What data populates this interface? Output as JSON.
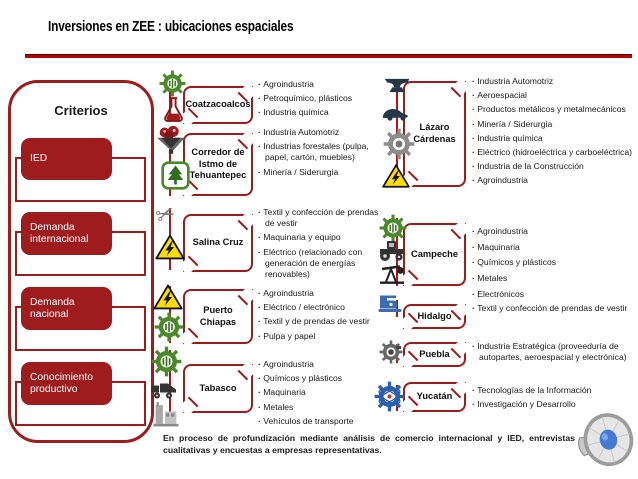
{
  "title": "Inversiones en ZEE : ubicaciones espaciales",
  "criteria": {
    "heading": "Criterios",
    "items": [
      {
        "label": "IED"
      },
      {
        "label": "Demanda internacional"
      },
      {
        "label": "Demanda nacional"
      },
      {
        "label": "Conocimiento productivo"
      }
    ]
  },
  "locations_left": [
    {
      "name": "Coatzacoalcos",
      "icons": [
        "agroindustry-gear-icon",
        "chemistry-flask-icon"
      ],
      "industries": [
        "Agroindustria",
        "Petroquímico, plásticos",
        "Industria química"
      ]
    },
    {
      "name": "Corredor de Istmo de Tehuantepec",
      "icons": [
        "mining-icon",
        "forestry-tree-icon"
      ],
      "industries": [
        "Industria Automotriz",
        "Industrias forestales (pulpa, papel, cartón, muebles)",
        "Minería / Siderurgia"
      ]
    },
    {
      "name": "Salina Cruz",
      "icons": [
        "textile-scissors-icon",
        "electricity-warning-icon"
      ],
      "industries": [
        "Textil y confección de prendas de vestir",
        "Maquinaria y equipo",
        "Eléctrico (relacionado con generación de energías renovables)"
      ]
    },
    {
      "name": "Puerto Chiapas",
      "icons": [
        "electricity-warning-icon",
        "agroindustry-gear-icon"
      ],
      "industries": [
        "Agroindustria",
        "Eléctrico / electrónico",
        "Textil y de prendas de vestir",
        "Pulpa y papel"
      ]
    },
    {
      "name": "Tabasco",
      "icons": [
        "agroindustry-gear-icon",
        "truck-icon",
        "factory-icon"
      ],
      "industries": [
        "Agroindustria",
        "Químicos y plásticos",
        "Maquinaria",
        "Metales",
        "Vehículos de transporte"
      ]
    }
  ],
  "locations_right": [
    {
      "name": "Lázaro Cárdenas",
      "icons": [
        "anvil-icon",
        "car-icon",
        "engine-gear-icon",
        "electricity-warning-icon"
      ],
      "industries": [
        "Industria Automotriz",
        "Aeroespacial",
        "Productos metálicos y metalmecánicos",
        "Minería / Siderurgia",
        "Industria química",
        "Eléctrico (hidroeléctrica y carboeléctrica)",
        "Industria de la Construcción",
        "Agroindustria"
      ]
    },
    {
      "name": "Campeche",
      "icons": [
        "agroindustry-gear-icon",
        "tractor-icon",
        "oil-pump-icon"
      ],
      "industries": [
        "Agroindustria",
        "Maquinaria",
        "Químicos y plásticos",
        "Metales",
        "Electrónicos"
      ]
    },
    {
      "name": "Hidalgo",
      "icons": [
        "sewing-machine-icon"
      ],
      "industries": [
        "Textil y confección de prendas de vestir"
      ]
    },
    {
      "name": "Puebla",
      "icons": [
        "turbine-icon"
      ],
      "industries": [
        "Industria Estratégica (proveeduría de autopartes, aeroespacial y electrónica)"
      ]
    },
    {
      "name": "Yucatán",
      "icons": [
        "tech-gear-icon"
      ],
      "industries": [
        "Tecnologías de la Información",
        "Investigación y Desarrollo"
      ]
    }
  ],
  "footnote": "En proceso de profundización mediante análisis de comercio internacional y IED, entrevistas cualitativas y encuestas a empresas representativas.",
  "colors": {
    "accent": "#9E1B1E",
    "rule_red": "#C00000",
    "criteria_fill": "#9E1B1E",
    "icon_green": "#4a8a2a",
    "icon_yellow": "#FFDD00",
    "icon_navy": "#243746",
    "icon_blue": "#3a6db0",
    "icon_gray": "#8c8c8c"
  },
  "icons": {
    "agroindustry-gear-icon": "green gear with crop stalks",
    "chemistry-flask-icon": "dark red laboratory flask",
    "mining-icon": "ore funnel with red rocks",
    "forestry-tree-icon": "pine tree in green rounded square",
    "textile-scissors-icon": "scissors glyph ✂",
    "electricity-warning-icon": "yellow triangle with lightning bolt",
    "anvil-icon": "navy anvil",
    "car-icon": "navy car silhouette",
    "engine-gear-icon": "gray gear/motor",
    "tractor-icon": "dark tractor",
    "oil-pump-icon": "oil pump jack",
    "sewing-machine-icon": "blue sewing machine",
    "turbine-icon": "gray turbocharger gear",
    "tech-gear-icon": "blue gear with atom orbit",
    "truck-icon": "dark mining truck",
    "factory-icon": "gray factory buildings",
    "speaker-icon": "audio speaker with blue center"
  }
}
